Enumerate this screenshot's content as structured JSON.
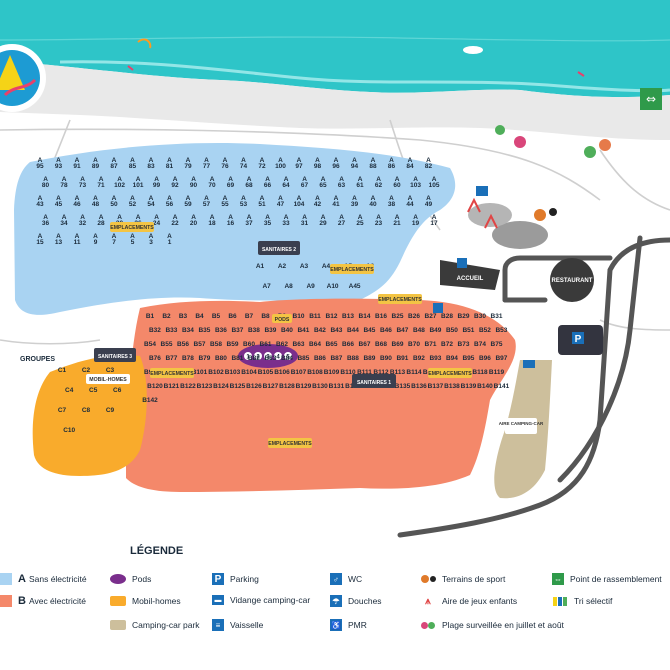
{
  "map": {
    "labels": {
      "groupes": "GROUPES",
      "mobil_homes": "MOBIL-HOMES",
      "sanitaires_1": "SANITAIRES 1",
      "sanitaires_2": "SANITAIRES 2",
      "sanitaires_3": "SANITAIRES 3",
      "pods": "PODS",
      "accueil": "ACCUEIL",
      "restaurant": "RESTAURANT",
      "aire_camping_car": "AIRE CAMPING-CAR",
      "emplacements": "EMPLACEMENTS"
    },
    "colors": {
      "sea": "#2ec5c8",
      "beach": "#e9e9e9",
      "zone_a": "#a9d3f2",
      "zone_b": "#f4886a",
      "mobil_homes": "#f9ab2c",
      "camping_car": "#cdbf9c",
      "road": "#555555",
      "pods": "#7a2e8c"
    },
    "zone_a_sites": [
      "95",
      "93",
      "91",
      "89",
      "87",
      "85",
      "83",
      "81",
      "79",
      "77",
      "76",
      "74",
      "72",
      "100",
      "97",
      "98",
      "96",
      "94",
      "88",
      "86",
      "84",
      "82",
      "80",
      "78",
      "73",
      "71",
      "102",
      "101",
      "99",
      "92",
      "90",
      "70",
      "69",
      "68",
      "66",
      "64",
      "67",
      "65",
      "63",
      "61",
      "62",
      "60",
      "103",
      "105",
      "43",
      "45",
      "46",
      "48",
      "50",
      "52",
      "54",
      "56",
      "59",
      "57",
      "55",
      "53",
      "51",
      "47",
      "104",
      "42",
      "41",
      "39",
      "40",
      "38",
      "44",
      "49",
      "36",
      "34",
      "32",
      "28",
      "30",
      "26",
      "24",
      "22",
      "20",
      "18",
      "16",
      "37",
      "35",
      "33",
      "31",
      "29",
      "27",
      "25",
      "23",
      "21",
      "19",
      "17",
      "15",
      "13",
      "11",
      "9",
      "7",
      "5",
      "3",
      "1",
      "A1",
      "A2",
      "A3",
      "A4",
      "A5",
      "A6",
      "A7",
      "A8",
      "A9",
      "A10",
      "A45"
    ],
    "zone_b_sites": [
      "B1",
      "B2",
      "B3",
      "B4",
      "B5",
      "B6",
      "B7",
      "B8",
      "B9",
      "B10",
      "B11",
      "B12",
      "B13",
      "B14",
      "B16",
      "B25",
      "B26",
      "B27",
      "B28",
      "B29",
      "B30",
      "B31",
      "B32",
      "B33",
      "B34",
      "B35",
      "B36",
      "B37",
      "B38",
      "B39",
      "B40",
      "B41",
      "B42",
      "B43",
      "B44",
      "B45",
      "B46",
      "B47",
      "B48",
      "B49",
      "B50",
      "B51",
      "B52",
      "B53",
      "B54",
      "B55",
      "B56",
      "B57",
      "B58",
      "B59",
      "B60",
      "B61",
      "B62",
      "B63",
      "B64",
      "B65",
      "B66",
      "B67",
      "B68",
      "B69",
      "B70",
      "B71",
      "B72",
      "B73",
      "B74",
      "B75",
      "B76",
      "B77",
      "B78",
      "B79",
      "B80",
      "B81",
      "B82",
      "B83",
      "B84",
      "B85",
      "B86",
      "B87",
      "B88",
      "B89",
      "B90",
      "B91",
      "B92",
      "B93",
      "B94",
      "B95",
      "B96",
      "B97",
      "B98",
      "B99",
      "B100",
      "B101",
      "B102",
      "B103",
      "B104",
      "B105",
      "B106",
      "B107",
      "B108",
      "B109",
      "B110",
      "B111",
      "B112",
      "B113",
      "B114",
      "B115",
      "B116",
      "B117",
      "B118",
      "B119",
      "B120",
      "B121",
      "B122",
      "B123",
      "B124",
      "B125",
      "B126",
      "B127",
      "B128",
      "B129",
      "B130",
      "B131",
      "B132",
      "B133",
      "B134",
      "B135",
      "B136",
      "B137",
      "B138",
      "B139",
      "B140",
      "B141",
      "B142"
    ],
    "mobil_home_sites": [
      "C1",
      "C2",
      "C3",
      "C4",
      "C5",
      "C6",
      "C7",
      "C8",
      "C9",
      "C10"
    ],
    "pods_sites": [
      "1",
      "2",
      "3",
      "4",
      "5"
    ]
  },
  "legend": {
    "title": "LÉGENDE",
    "items": [
      {
        "key": "A",
        "label": "Sans électricité",
        "icon": "square-blue"
      },
      {
        "key": "B",
        "label": "Avec électricité",
        "icon": "square-orange"
      },
      {
        "key": "",
        "label": "",
        "icon": "swatch-camping-car"
      },
      {
        "key": "",
        "label": "Pods",
        "icon": "pod-ellipse"
      },
      {
        "key": "",
        "label": "Mobil-homes",
        "icon": "swatch-mobil-home"
      },
      {
        "key": "",
        "label": "Camping-car park",
        "icon": "swatch-camping-car"
      },
      {
        "key": "",
        "label": "Parking",
        "icon": "parking-icon"
      },
      {
        "key": "",
        "label": "Vidange camping-car",
        "icon": "camper-icon"
      },
      {
        "key": "",
        "label": "Vaisselle",
        "icon": "dishes-icon"
      },
      {
        "key": "",
        "label": "WC",
        "icon": "wc-icon"
      },
      {
        "key": "",
        "label": "Douches",
        "icon": "shower-icon"
      },
      {
        "key": "",
        "label": "PMR",
        "icon": "wheelchair-icon"
      },
      {
        "key": "",
        "label": "Terrains de sport",
        "icon": "sport-icon"
      },
      {
        "key": "",
        "label": "Aire de jeux enfants",
        "icon": "playground-icon"
      },
      {
        "key": "",
        "label": "Plage surveillée en juillet et août",
        "icon": "beach-icon"
      },
      {
        "key": "",
        "label": "Point de rassemblement",
        "icon": "assembly-icon"
      },
      {
        "key": "",
        "label": "Tri sélectif",
        "icon": "recycling-icon"
      }
    ]
  }
}
